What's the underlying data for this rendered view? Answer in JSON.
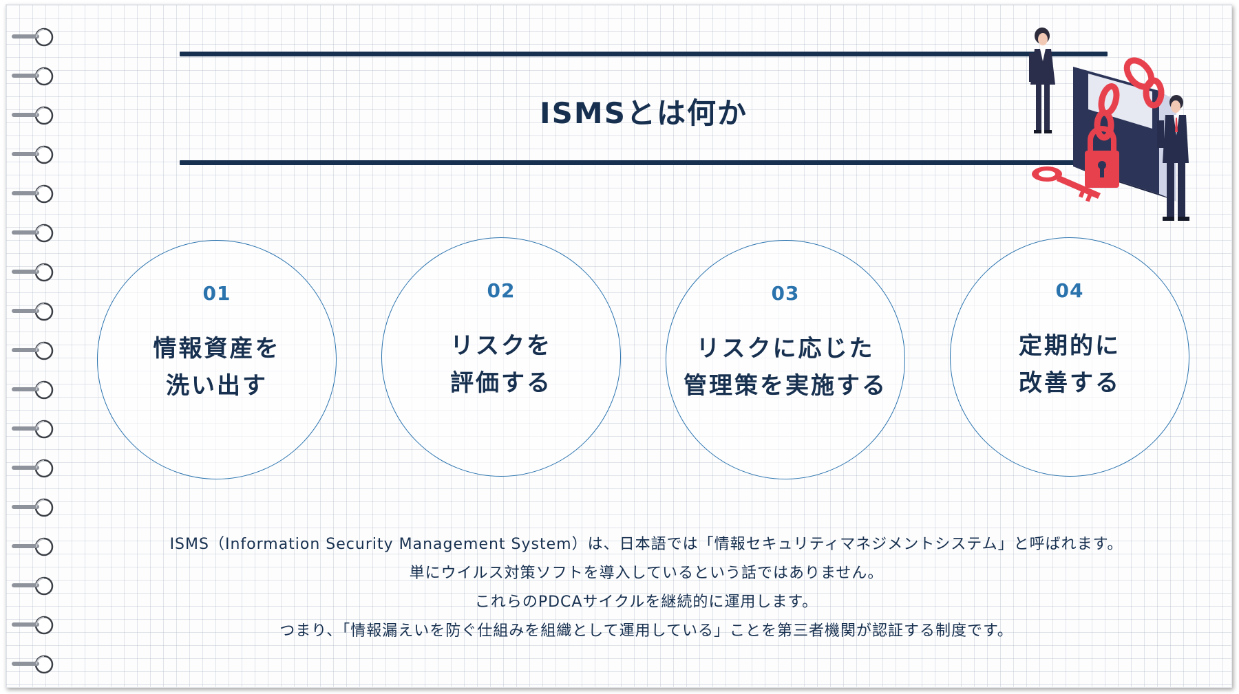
{
  "title": "ISMSとは何か",
  "steps": [
    {
      "number": "01",
      "line1": "情報資産を",
      "line2": "洗い出す"
    },
    {
      "number": "02",
      "line1": "リスクを",
      "line2": "評価する"
    },
    {
      "number": "03",
      "line1": "リスクに応じた",
      "line2": "管理策を実施する"
    },
    {
      "number": "04",
      "line1": "定期的に",
      "line2": "改善する"
    }
  ],
  "description": [
    "ISMS（Information Security Management System）は、日本語では「情報セキュリティマネジメントシステム」と呼ばれます。",
    "単にウイルス対策ソフトを導入しているという話ではありません。",
    "これらのPDCAサイクルを継続的に運用します。",
    "つまり、「情報漏えいを防ぐ仕組みを組織として運用している」ことを第三者機関が認証する制度です。"
  ],
  "colors": {
    "navy": "#17304f",
    "accent_blue": "#2a73ad",
    "lock_red": "#e8414e"
  },
  "illustration": {
    "icons": [
      "businesswoman-icon",
      "businessman-icon",
      "folder-icon",
      "chain-icon",
      "padlock-icon",
      "key-icon"
    ]
  }
}
